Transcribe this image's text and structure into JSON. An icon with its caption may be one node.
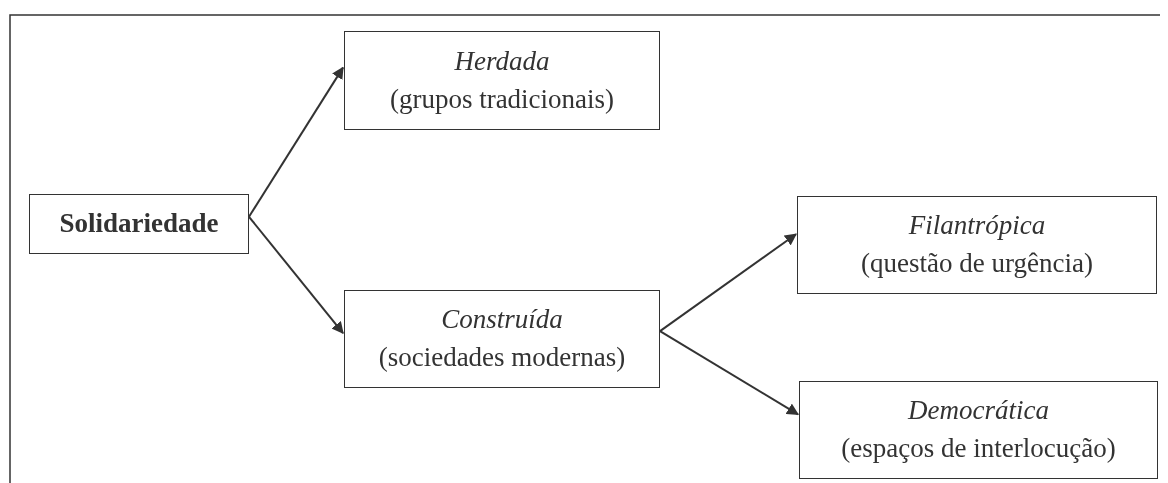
{
  "diagram": {
    "nodes": [
      {
        "text": [
          "Solidariedade"
        ]
      },
      {
        "text": [
          "Herdada",
          "(grupos tradicionais)"
        ]
      },
      {
        "text": [
          "Construída",
          "(sociedades modernas)"
        ]
      },
      {
        "text": [
          "Filantrópica",
          "(questão de urgência)"
        ]
      },
      {
        "text": [
          "Democrática",
          "(espaços de interlocução)"
        ]
      }
    ],
    "edges": [
      {
        "from": 0,
        "to": 1,
        "arrow": "to"
      },
      {
        "from": 0,
        "to": 2,
        "arrow": "to"
      },
      {
        "from": 2,
        "to": 3,
        "arrow": "to"
      },
      {
        "from": 2,
        "to": 4,
        "arrow": "to"
      }
    ]
  }
}
